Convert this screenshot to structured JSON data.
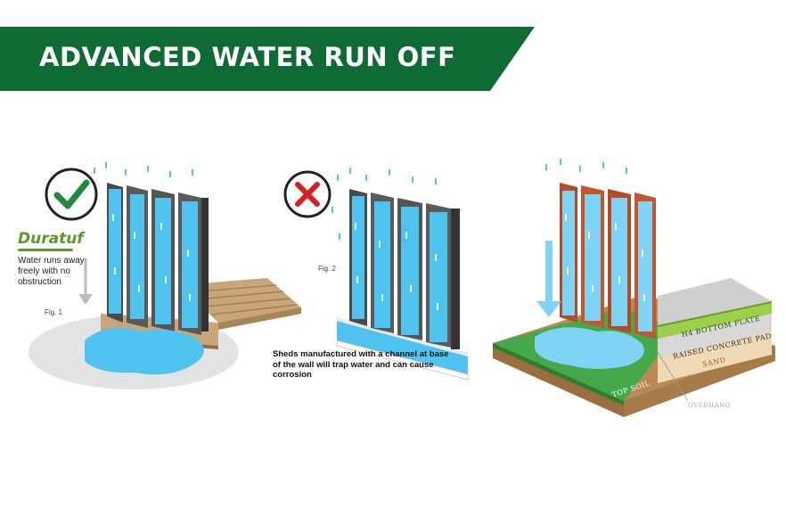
{
  "header": {
    "title": "ADVANCED WATER RUN OFF"
  },
  "colors": {
    "banner_green": "#0e6b34",
    "water_blue": "#4fc3ef",
    "check_green": "#1f8a3a",
    "cross_red": "#d62020"
  },
  "panel1": {
    "brand": "Duratuf",
    "description": "Water runs away freely with no obstruction",
    "figure_label": "Fig. 1",
    "badge_icon": "checkmark-icon"
  },
  "panel2": {
    "figure_label": "Fig. 2",
    "description": "Sheds manufactured with a channel at base of the wall will trap water and can cause corrosion",
    "badge_icon": "cross-icon"
  },
  "panel3": {
    "layers": {
      "bottom_plate": "H4 BOTTOM PLATE",
      "concrete_pad": "RAISED CONCRETE PAD",
      "sand": "SAND",
      "top_soil": "TOP SOIL",
      "overhang": "OVERHANG"
    }
  }
}
